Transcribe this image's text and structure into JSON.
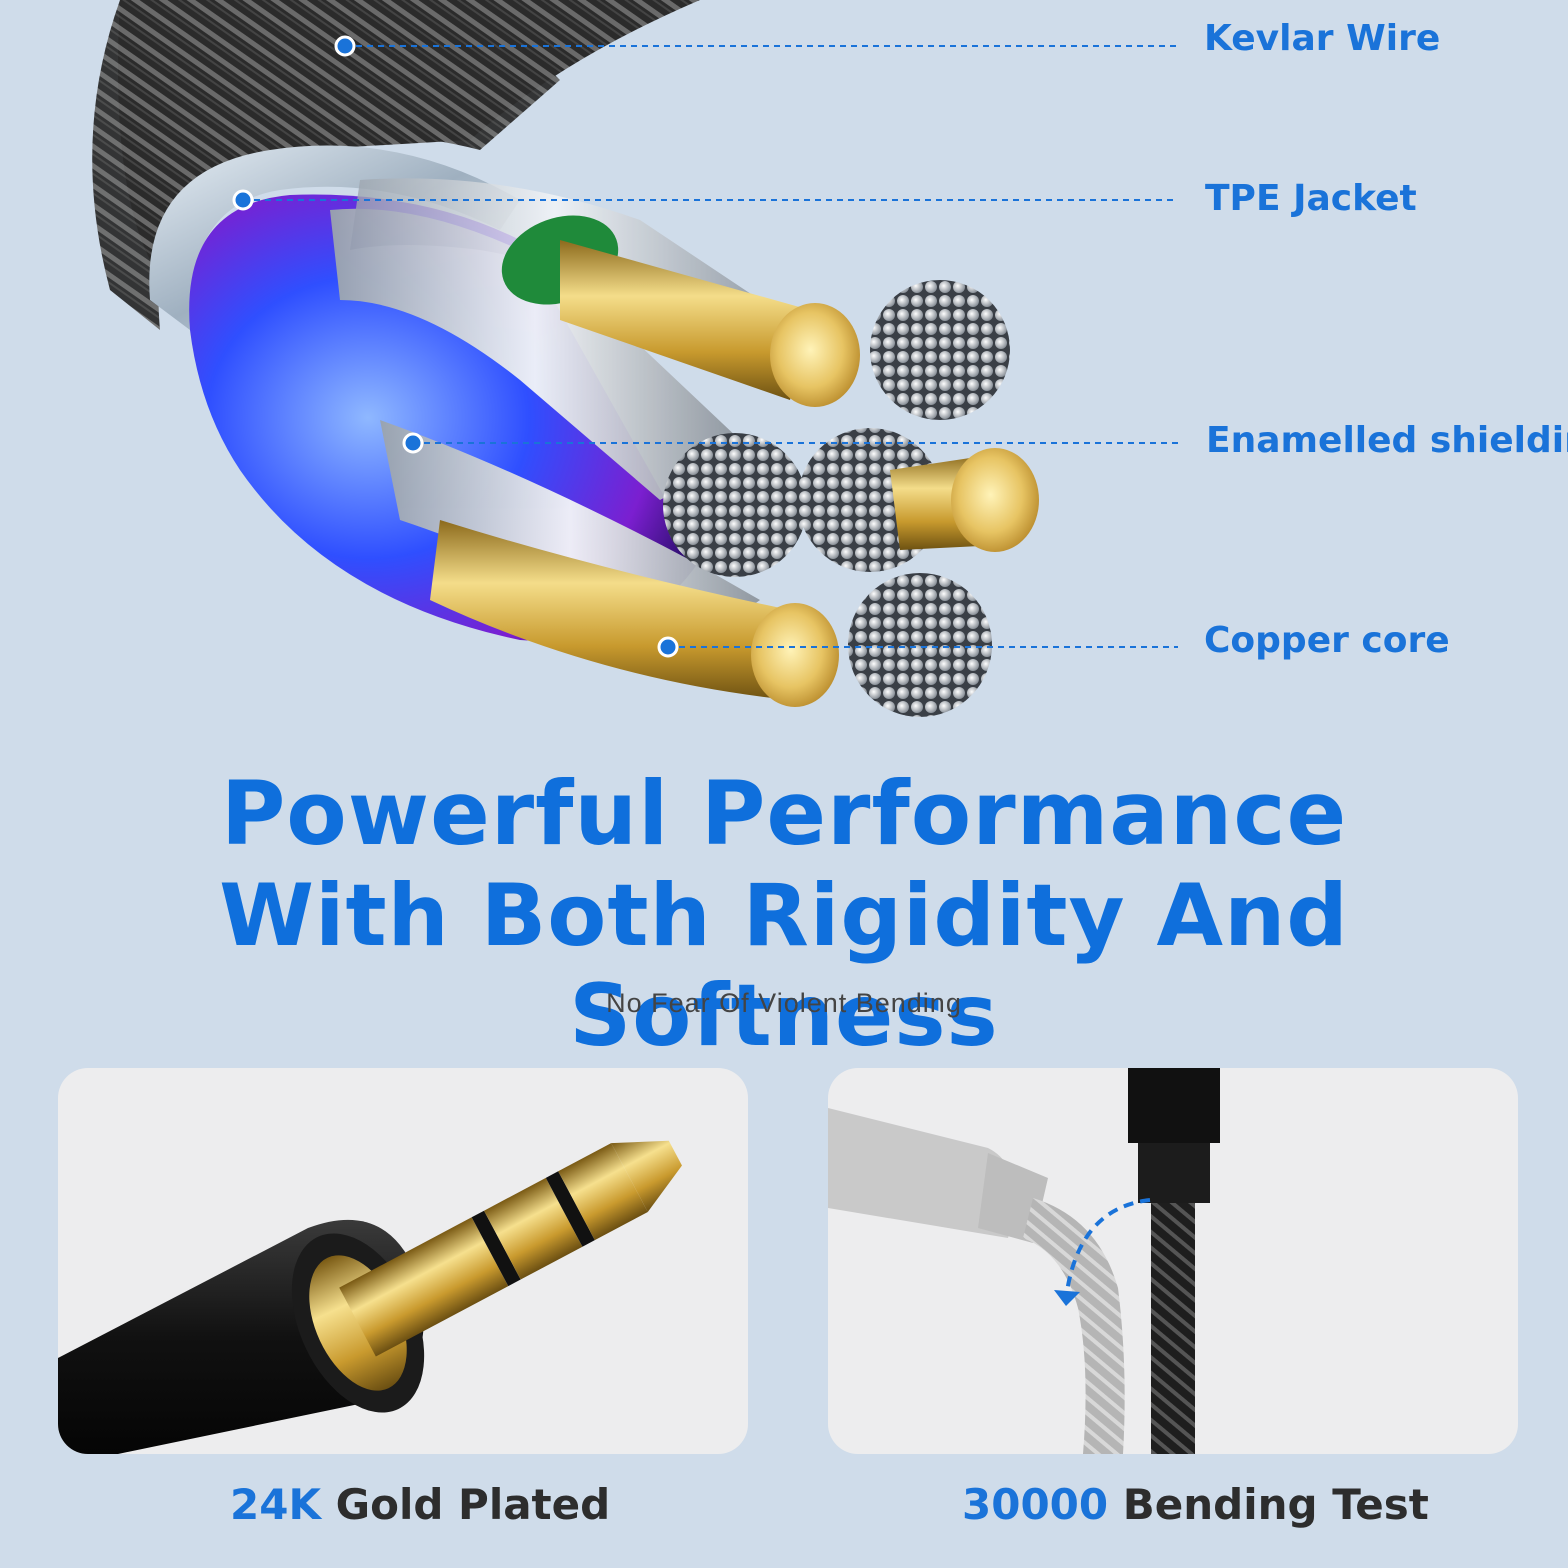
{
  "callouts": {
    "kevlar": "Kevlar Wire",
    "tpe": "TPE Jacket",
    "shielding": "Enamelled shielding",
    "copper": "Copper core"
  },
  "headline": {
    "line1": "Powerful Performance",
    "line2": "With Both Rigidity And Softness",
    "subtitle": "No Fear Of Violent Bending"
  },
  "features": {
    "left": {
      "highlight": "24K",
      "text": "Gold Plated"
    },
    "right": {
      "highlight": "30000",
      "text": "Bending Test"
    }
  },
  "colors": {
    "accent": "#1a73d9",
    "background": "#cfdcea",
    "panel": "#ededee",
    "gold": "#d9b24a"
  }
}
